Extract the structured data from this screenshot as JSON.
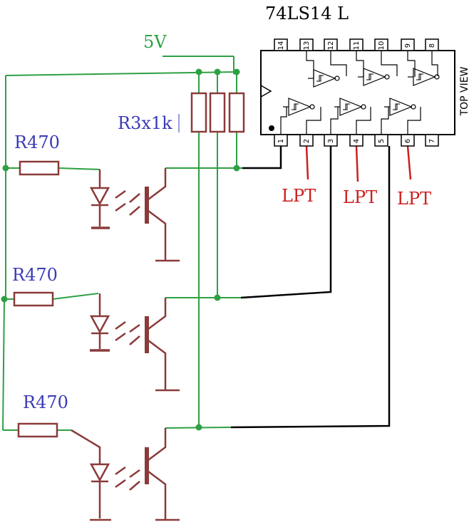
{
  "colors": {
    "green_wire": "#2ea043",
    "black_wire": "#000000",
    "component": "#8b3a3a",
    "label_blue": "#3a3ab8",
    "label_green": "#2ea043",
    "label_red": "#cc1f1f",
    "ic_outline": "#000000"
  },
  "labels": {
    "chip": "74LS14 L",
    "supply": "5V",
    "pullups": "R3x1k",
    "top_view": "TOP VIEW",
    "r_top": "R470",
    "r_middle": "R470",
    "r_bottom": "R470",
    "lpt_1": "LPT",
    "lpt_2": "LPT",
    "lpt_3": "LPT"
  },
  "ic": {
    "top_pins": [
      "14",
      "13",
      "12",
      "11",
      "10",
      "9",
      "8"
    ],
    "bottom_pins": [
      "1",
      "2",
      "3",
      "4",
      "5",
      "6",
      "7"
    ]
  }
}
